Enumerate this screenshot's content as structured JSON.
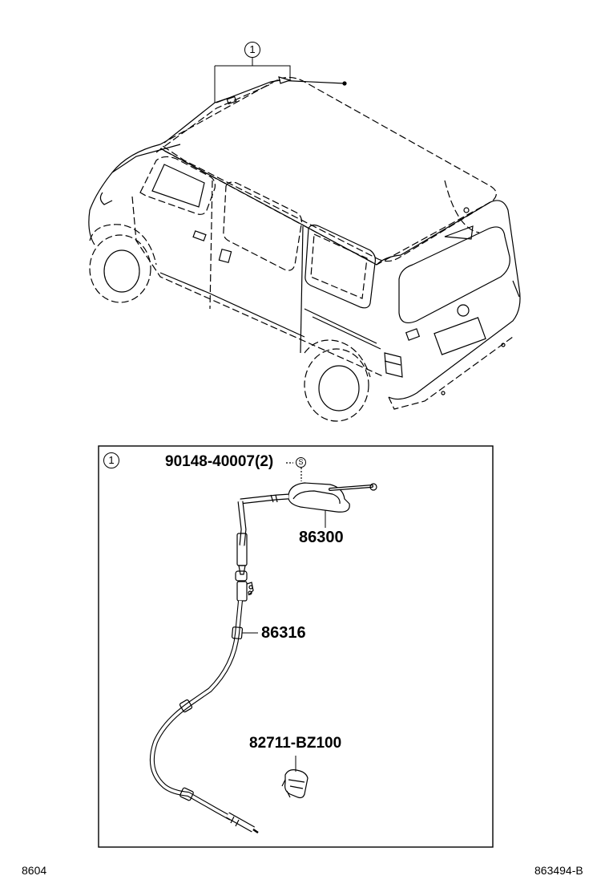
{
  "callouts": {
    "group_marker": "1",
    "screw_marker": "S"
  },
  "parts": {
    "screw": "90148-40007(2)",
    "antenna": "86300",
    "cable": "86316",
    "clip": "82711-BZ100"
  },
  "footer": {
    "left_code": "8604",
    "right_code": "863494-B"
  }
}
